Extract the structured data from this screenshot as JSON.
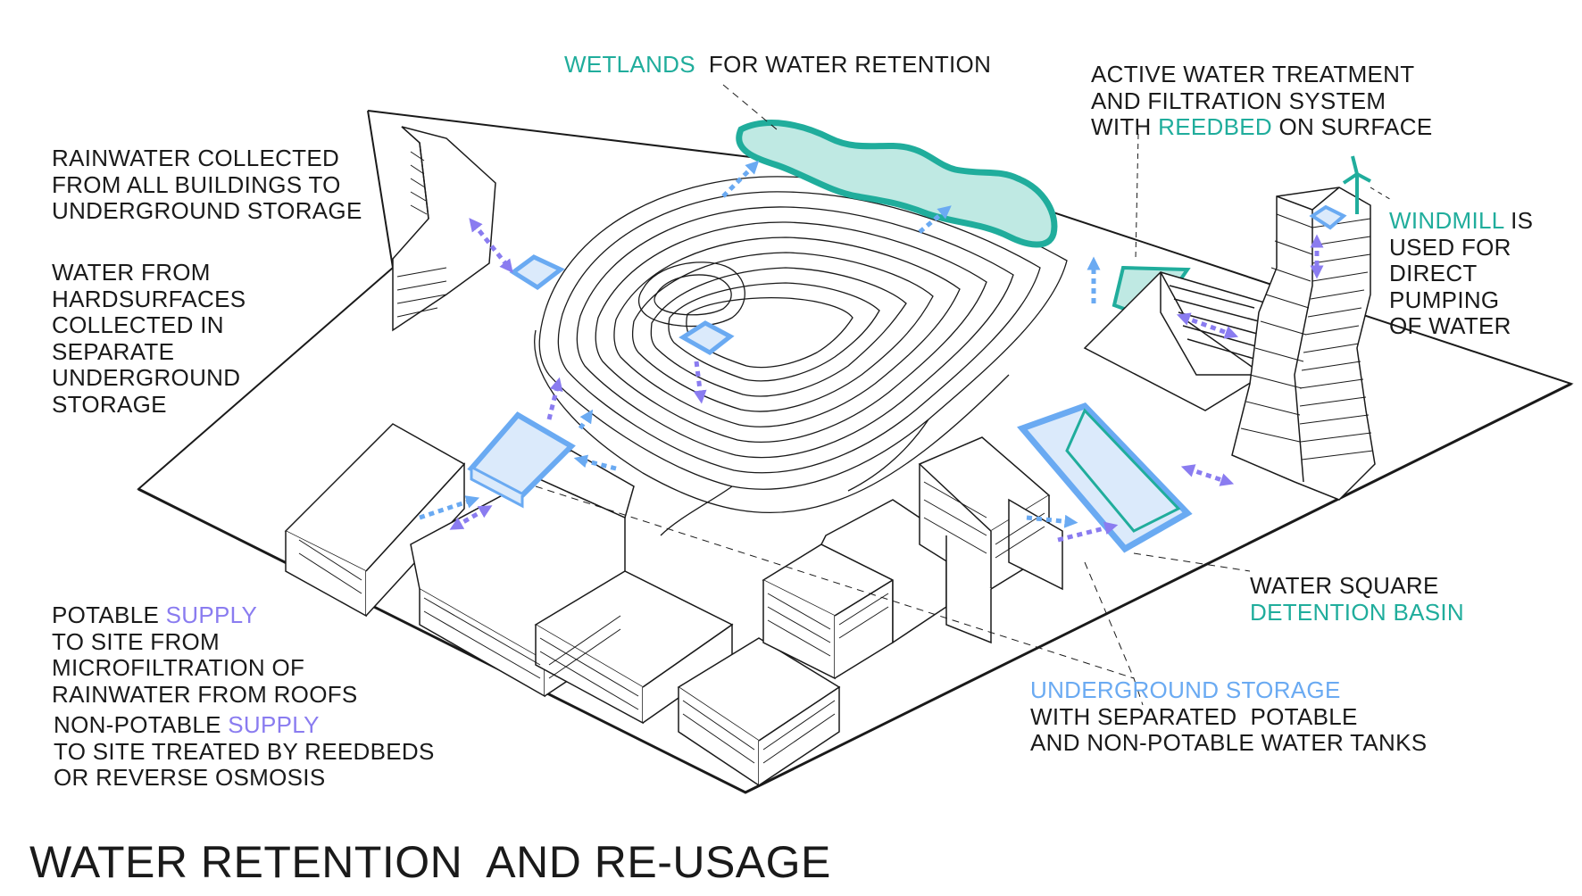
{
  "title": "WATER RETENTION  AND RE-USAGE",
  "colors": {
    "teal": "#20ad9c",
    "teal_fill": "#bfe9e3",
    "blue": "#6aaaf2",
    "blue_fill": "#dbeafb",
    "purple": "#8a7cf0",
    "line": "#1a1a1a"
  },
  "labels": {
    "wetlands": {
      "highlight": "WETLANDS",
      "rest": "  FOR WATER RETENTION"
    },
    "active_treatment": {
      "line1": "ACTIVE WATER TREATMENT",
      "line2": "AND FILTRATION SYSTEM",
      "line3_pre": "WITH ",
      "line3_highlight": "REEDBED",
      "line3_post": " ON SURFACE"
    },
    "rainwater": {
      "line1": "RAINWATER COLLECTED",
      "line2": "FROM ALL BUILDINGS TO",
      "line3": "UNDERGROUND STORAGE"
    },
    "hardsurfaces": {
      "line1": "WATER FROM",
      "line2": "HARDSURFACES",
      "line3": "COLLECTED IN",
      "line4": "SEPARATE",
      "line5": "UNDERGROUND",
      "line6": "STORAGE"
    },
    "windmill": {
      "highlight": "WINDMILL",
      "line1_post": " IS",
      "line2": "USED FOR",
      "line3": "DIRECT",
      "line4": "PUMPING",
      "line5": "OF WATER"
    },
    "water_square": {
      "line1": "WATER SQUARE",
      "line2_highlight": "DETENTION BASIN"
    },
    "underground_storage": {
      "line1_highlight": "UNDERGROUND STORAGE",
      "line2": "WITH SEPARATED  POTABLE",
      "line3": "AND NON-POTABLE WATER TANKS"
    },
    "potable": {
      "line1_pre": "POTABLE ",
      "line1_highlight": "SUPPLY",
      "line2": "TO SITE FROM",
      "line3": "MICROFILTRATION OF",
      "line4": "RAINWATER FROM ROOFS"
    },
    "nonpotable": {
      "line1_pre": "NON-POTABLE ",
      "line1_highlight": "SUPPLY",
      "line2": "TO SITE TREATED BY REEDBEDS",
      "line3": "OR REVERSE OSMOSIS"
    }
  }
}
